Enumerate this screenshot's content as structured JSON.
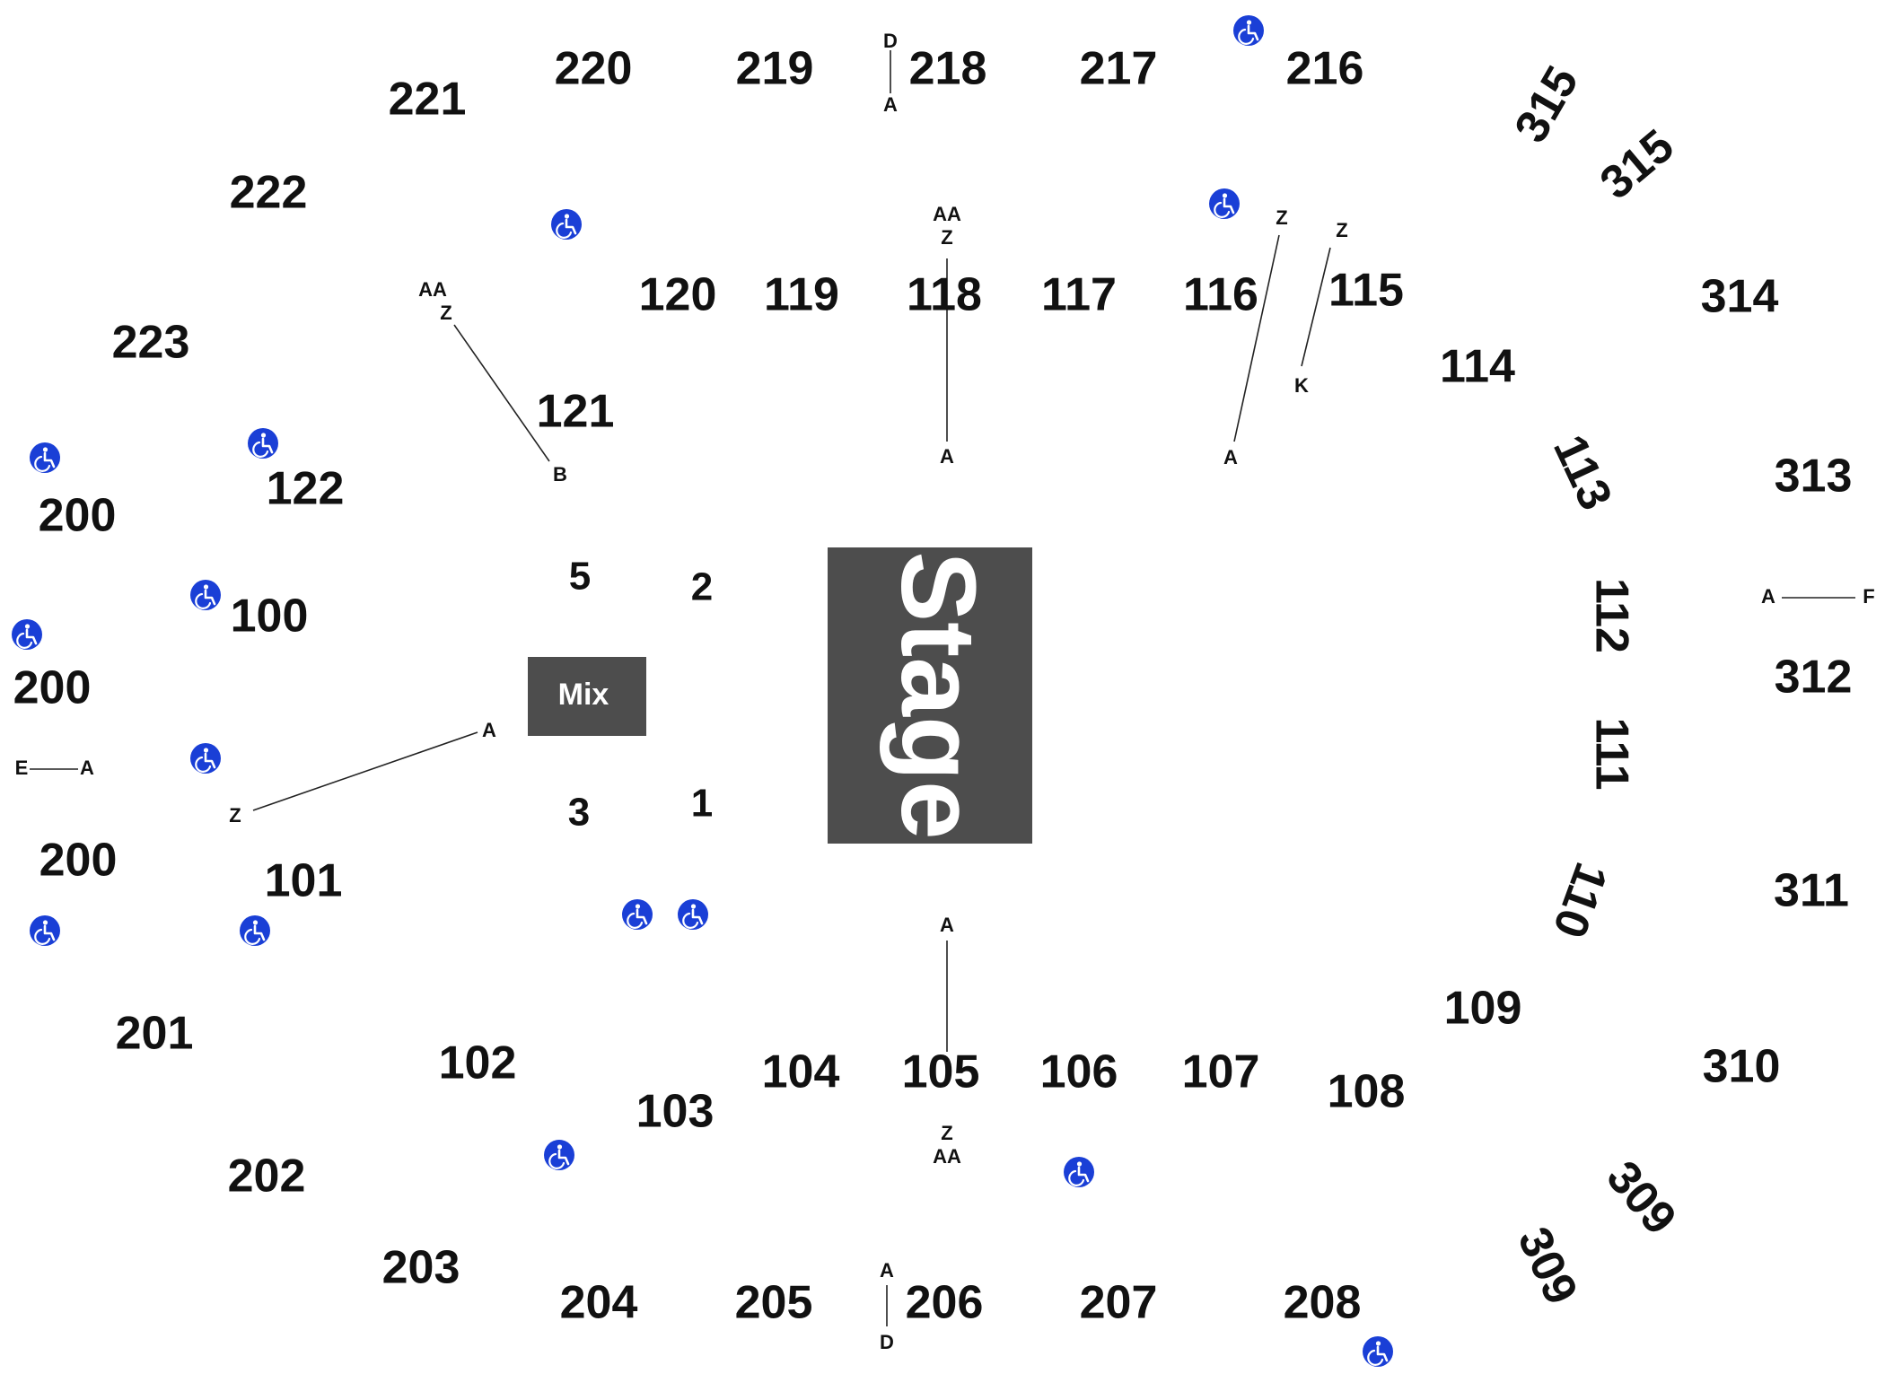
{
  "stage": {
    "label": "Stage",
    "color": "#4d4d4d"
  },
  "mix": {
    "label": "Mix",
    "color": "#4d4d4d"
  },
  "accessibility_icon": {
    "name": "wheelchair-icon",
    "color": "#1a3fd6"
  },
  "sections": {
    "s221": "221",
    "s220": "220",
    "s219": "219",
    "s218": "218",
    "s217": "217",
    "s216": "216",
    "s315a": "315",
    "s315b": "315",
    "s222": "222",
    "s223": "223",
    "s120": "120",
    "s119": "119",
    "s118": "118",
    "s117": "117",
    "s116": "116",
    "s115": "115",
    "s314": "314",
    "s114": "114",
    "s121": "121",
    "s122": "122",
    "s200a": "200",
    "s113": "113",
    "s313": "313",
    "s100": "100",
    "s200b": "200",
    "s112": "112",
    "s312": "312",
    "s111": "111",
    "s200c": "200",
    "s101": "101",
    "s110": "110",
    "s311": "311",
    "s201": "201",
    "s109": "109",
    "s102": "102",
    "s104": "104",
    "s105": "105",
    "s106": "106",
    "s107": "107",
    "s108": "108",
    "s310": "310",
    "s103": "103",
    "s202": "202",
    "s309a": "309",
    "s309b": "309",
    "s203": "203",
    "s204": "204",
    "s205": "205",
    "s206": "206",
    "s207": "207",
    "s208": "208"
  },
  "floor": {
    "f5": "5",
    "f2": "2",
    "f3": "3",
    "f1": "1"
  },
  "rows": {
    "r218_top": "D",
    "r218_bot": "A",
    "r118_aa": "AA",
    "r118_z": "Z",
    "r118_a": "A",
    "r121_aa": "AA",
    "r121_z": "Z",
    "r121_b": "B",
    "r116_z": "Z",
    "r116_a": "A",
    "r115_z": "Z",
    "r115_k": "K",
    "r312_a": "A",
    "r312_f": "F",
    "r200_e": "E",
    "r200_a": "A",
    "r101_a": "A",
    "r101_z": "Z",
    "r105_a": "A",
    "r105_z": "Z",
    "r105_aa": "AA",
    "r206_a": "A",
    "r206_d": "D"
  }
}
